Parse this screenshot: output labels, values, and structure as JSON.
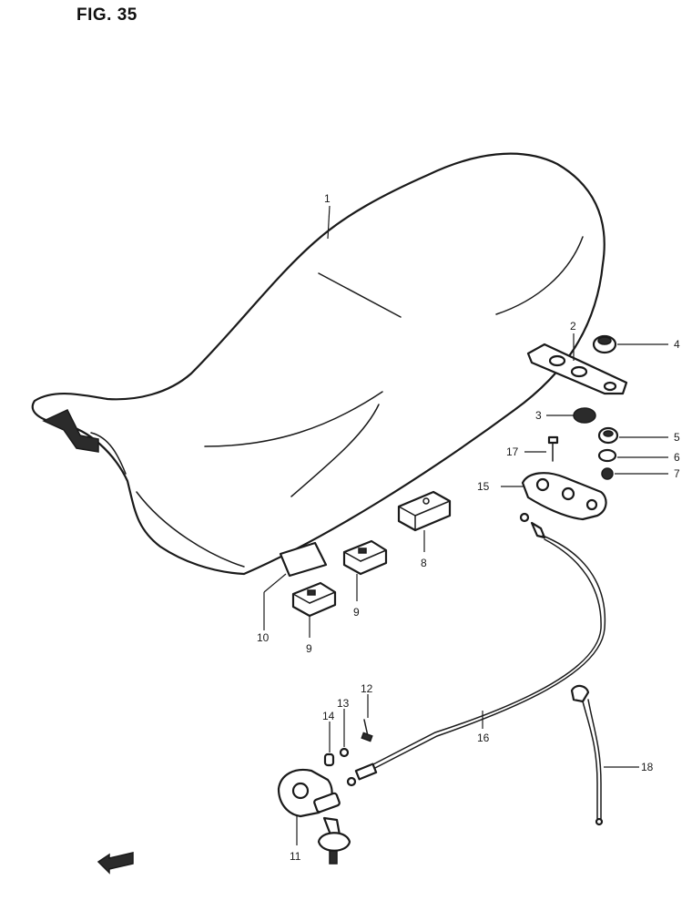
{
  "figure": {
    "title": "FIG. 35"
  },
  "callouts": [
    {
      "id": "1",
      "label": "1"
    },
    {
      "id": "2",
      "label": "2"
    },
    {
      "id": "3",
      "label": "3"
    },
    {
      "id": "4",
      "label": "4"
    },
    {
      "id": "5",
      "label": "5"
    },
    {
      "id": "6",
      "label": "6"
    },
    {
      "id": "7",
      "label": "7"
    },
    {
      "id": "8",
      "label": "8"
    },
    {
      "id": "9a",
      "label": "9"
    },
    {
      "id": "9b",
      "label": "9"
    },
    {
      "id": "10",
      "label": "10"
    },
    {
      "id": "11",
      "label": "11"
    },
    {
      "id": "12",
      "label": "12"
    },
    {
      "id": "13",
      "label": "13"
    },
    {
      "id": "14",
      "label": "14"
    },
    {
      "id": "15",
      "label": "15"
    },
    {
      "id": "16",
      "label": "16"
    },
    {
      "id": "17",
      "label": "17"
    },
    {
      "id": "18",
      "label": "18"
    }
  ]
}
